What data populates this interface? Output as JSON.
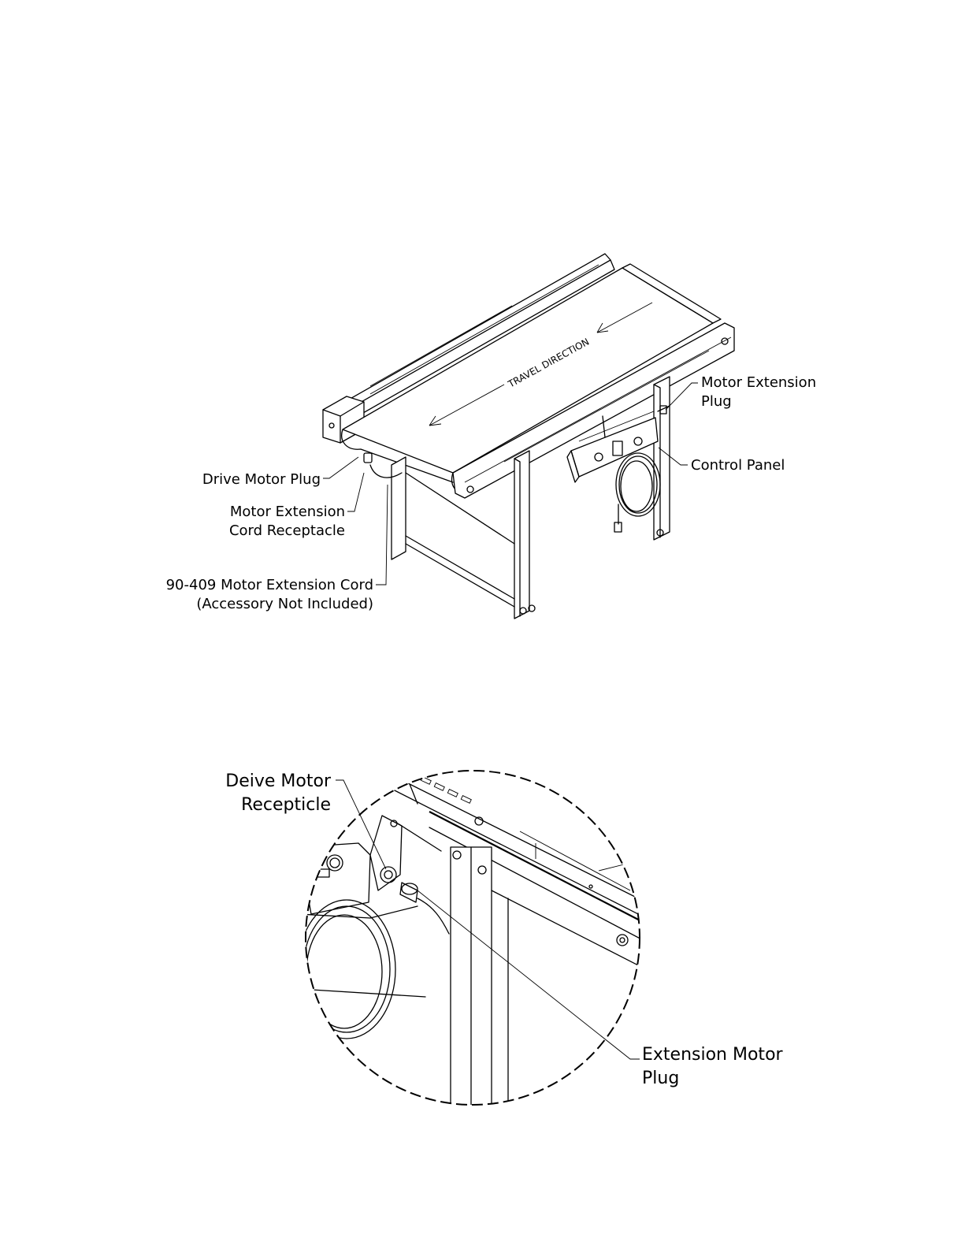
{
  "figure1": {
    "travel_direction": "TRAVEL DIRECTION",
    "callouts": {
      "motor_extension_plug_line1": "Motor Extension",
      "motor_extension_plug_line2": "Plug",
      "control_panel": "Control Panel",
      "drive_motor_plug": "Drive Motor Plug",
      "motor_extension_cord_receptacle_line1": "Motor Extension",
      "motor_extension_cord_receptacle_line2": "Cord Receptacle",
      "extension_cord_line1": "90-409 Motor Extension Cord",
      "extension_cord_line2": "(Accessory Not Included)"
    }
  },
  "figure2": {
    "callouts": {
      "drive_motor_receptacle_line1": "Deive Motor",
      "drive_motor_receptacle_line2": "Recepticle",
      "extension_motor_plug_line1": "Extension Motor",
      "extension_motor_plug_line2": "Plug"
    }
  }
}
